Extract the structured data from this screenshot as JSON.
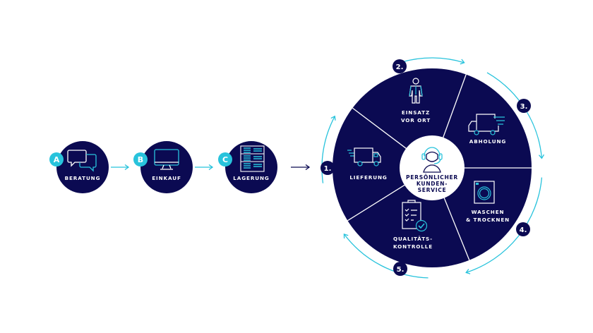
{
  "colors": {
    "navy": "#0b0a52",
    "cyan": "#28c3dc",
    "white": "#ffffff"
  },
  "pre_steps": [
    {
      "badge": "A",
      "label": "BERATUNG",
      "icon": "chat-bubbles-icon"
    },
    {
      "badge": "B",
      "label": "EINKAUF",
      "icon": "monitor-icon"
    },
    {
      "badge": "C",
      "label": "LAGERUNG",
      "icon": "shelf-icon"
    }
  ],
  "center": {
    "lines": [
      "PERSÖNLICHER",
      "KUNDEN-",
      "SERVICE"
    ],
    "icon": "headset-agent-icon"
  },
  "cycle_steps": [
    {
      "number": "1.",
      "lines": [
        "LIEFERUNG"
      ],
      "icon": "delivery-truck-icon"
    },
    {
      "number": "2.",
      "lines": [
        "EINSATZ",
        "VOR ORT"
      ],
      "icon": "person-icon"
    },
    {
      "number": "3.",
      "lines": [
        "ABHOLUNG"
      ],
      "icon": "pickup-truck-icon"
    },
    {
      "number": "4.",
      "lines": [
        "WASCHEN",
        "& TROCKNEN"
      ],
      "icon": "washing-machine-icon"
    },
    {
      "number": "5.",
      "lines": [
        "QUALITÄTS-",
        "KONTROLLE"
      ],
      "icon": "clipboard-check-icon"
    }
  ]
}
